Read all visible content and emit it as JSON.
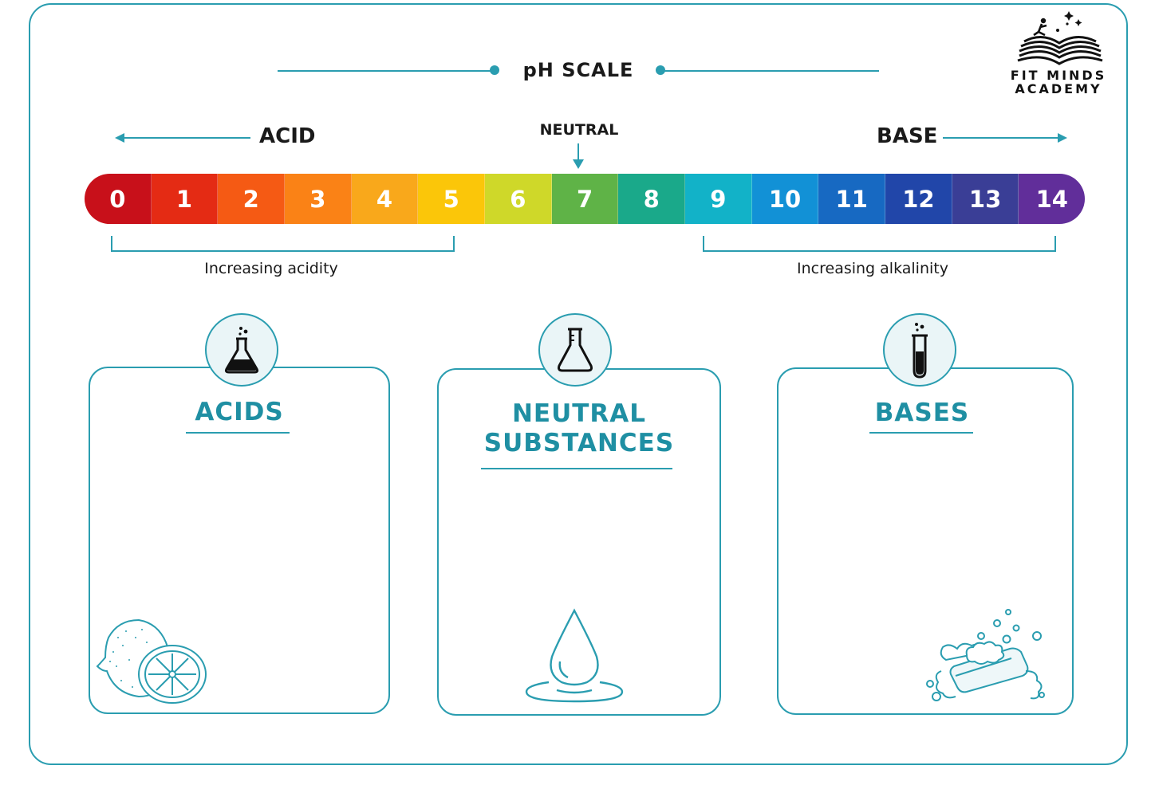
{
  "header": {
    "title": "pH SCALE"
  },
  "logo": {
    "line1": "FIT MINDS",
    "line2": "ACADEMY"
  },
  "scale": {
    "acid_label": "ACID",
    "base_label": "BASE",
    "neutral_label": "NEUTRAL",
    "values": [
      "0",
      "1",
      "2",
      "3",
      "4",
      "5",
      "6",
      "7",
      "8",
      "9",
      "10",
      "11",
      "12",
      "13",
      "14"
    ],
    "colors": [
      "#c8101a",
      "#e42b14",
      "#f55a14",
      "#fa8216",
      "#f9a81b",
      "#fbc609",
      "#cfd829",
      "#5fb347",
      "#1aa98a",
      "#12b2c8",
      "#1291d6",
      "#1769c2",
      "#2146a9",
      "#3a3e96",
      "#612e9a"
    ],
    "acid_bracket_label": "Increasing acidity",
    "base_bracket_label": "Increasing alkalinity"
  },
  "cards": {
    "acids": {
      "title": "ACIDS",
      "icon": "flask-acid-icon",
      "illustration": "lemon-icon"
    },
    "neutral": {
      "title_line1": "NEUTRAL",
      "title_line2": "SUBSTANCES",
      "icon": "flask-empty-icon",
      "illustration": "water-drop-icon"
    },
    "bases": {
      "title": "BASES",
      "icon": "test-tube-icon",
      "illustration": "soap-icon"
    }
  },
  "colors": {
    "accent": "#2a9db0",
    "heading": "#1f8fa3"
  }
}
